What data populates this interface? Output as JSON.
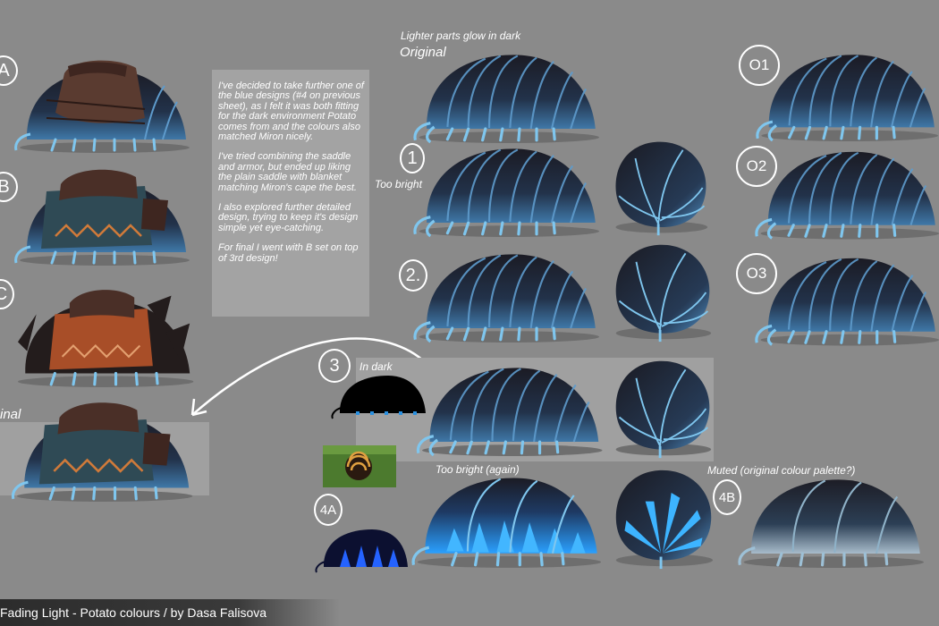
{
  "labels": {
    "glow_note": "Lighter parts glow in dark",
    "original": "Original",
    "too_bright": "Too bright",
    "in_dark": "In dark",
    "too_bright_again": "Too bright (again)",
    "muted": "Muted (original colour palette?)",
    "final": "inal"
  },
  "badges": {
    "A": "A",
    "B": "B",
    "C": "C",
    "n1": "1",
    "n2": "2.",
    "n3": "3",
    "n4a": "4A",
    "n4b": "4B",
    "o1": "O1",
    "o2": "O2",
    "o3": "O3"
  },
  "notes": [
    "I've decided to take further one of the blue designs (#4 on previous sheet), as I felt it was both fitting for the dark environment Potato comes from and the colours also matched Miron nicely.",
    "I've tried combining the saddle and armor, but ended up liking the plain saddle with blanket matching Miron's cape the best.",
    "I also explored further detailed design, trying to keep it's design simple yet eye-catching.",
    "For final I went with B set on top of 3rd design!"
  ],
  "footer": "Fading Light - Potato colours /  by Dasa Falisova",
  "colors": {
    "background": "#8a8a8a",
    "panel": "#a0a0a0",
    "body_dark": "#1c1c26",
    "body_blue": "#3a6f9c",
    "glow": "#6ec8f0",
    "bright_glow": "#2aa0ff",
    "saddle": "#5a3b30",
    "blanket": "#2f4a55"
  }
}
